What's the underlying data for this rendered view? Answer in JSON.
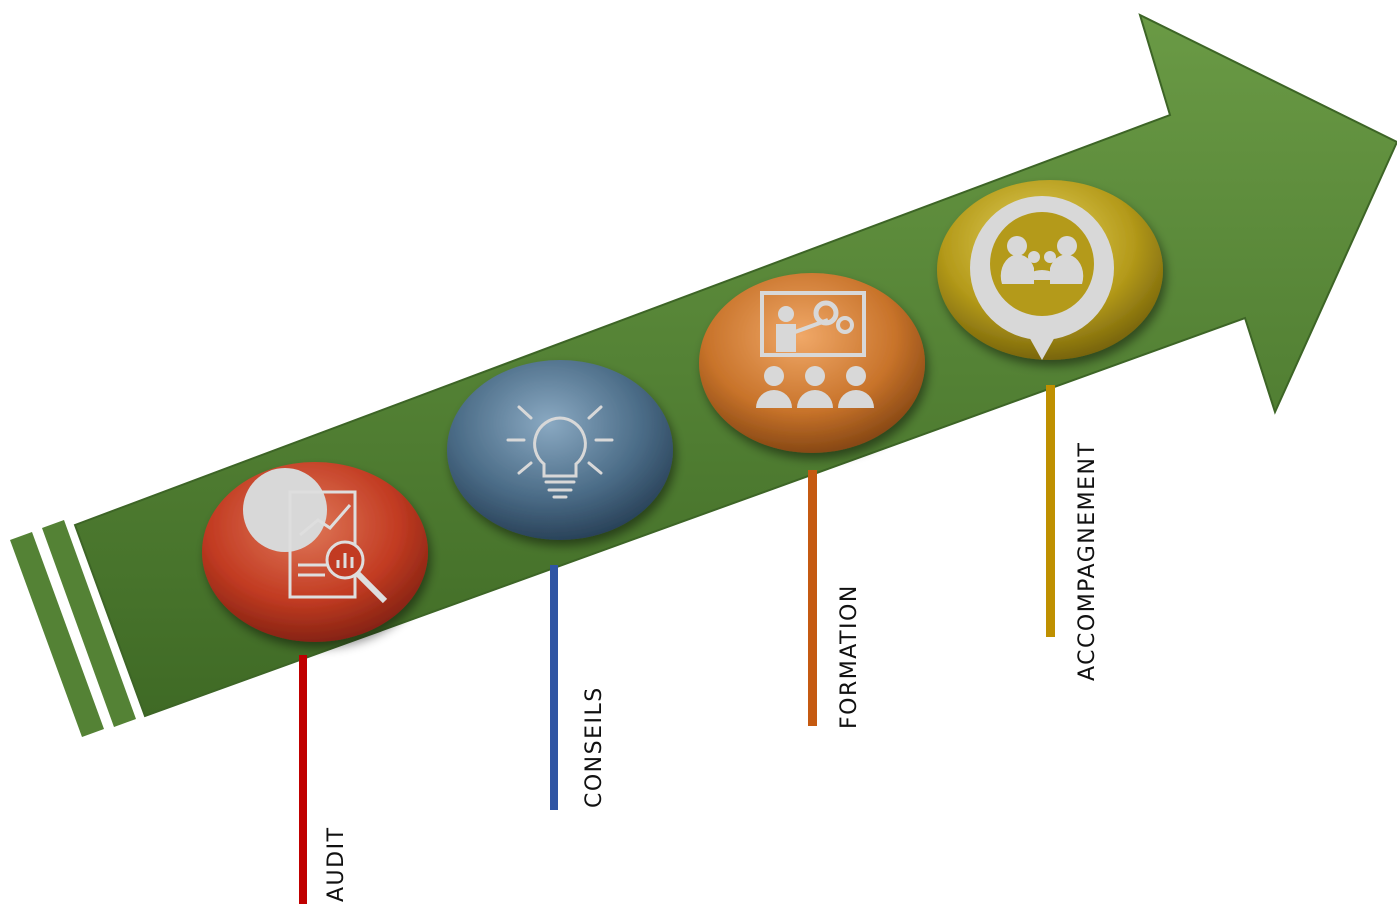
{
  "steps": [
    {
      "label": "AUDIT",
      "icon": "audit-report-magnifier-icon",
      "color": "#c23b22",
      "line_color": "#c00000"
    },
    {
      "label": "CONSEILS",
      "icon": "lightbulb-icon",
      "color": "#4a6b86",
      "line_color": "#2f55a4"
    },
    {
      "label": "FORMATION",
      "icon": "presentation-training-icon",
      "color": "#c8732a",
      "line_color": "#c55a11"
    },
    {
      "label": "ACCOMPAGNEMENT",
      "icon": "support-people-pin-icon",
      "color": "#b49a1a",
      "line_color": "#bf9000"
    }
  ],
  "arrow_color": "#548235"
}
